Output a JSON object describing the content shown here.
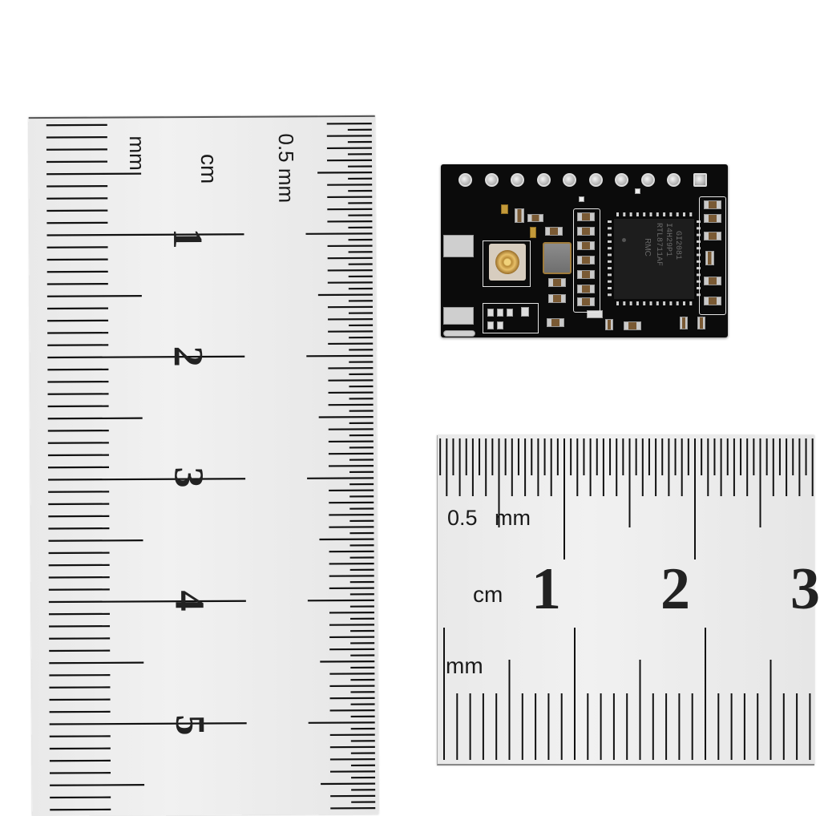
{
  "scene": {
    "description": "Product photo of a small black Wi-Fi module PCB next to two steel rulers for scale",
    "background_color": "#ffffff"
  },
  "module": {
    "chip_marking": [
      "RTL8711AF",
      "I4H29P1",
      "GI2081"
    ],
    "chip_logo": "RMC",
    "pin_count": 10,
    "pcb_color": "#0b0b0b",
    "antenna_connector": "u.FL (IPEX) connector"
  },
  "ruler_vertical": {
    "unit_labels": {
      "top_left": "mm",
      "center": "cm",
      "top_right": "0.5 mm"
    },
    "cm_numbers": [
      "1",
      "2",
      "3",
      "4",
      "5"
    ]
  },
  "ruler_horizontal": {
    "unit_labels": {
      "upper": "0.5 mm",
      "middle": "cm",
      "lower": "mm"
    },
    "cm_numbers": [
      "1",
      "2",
      "3"
    ]
  }
}
